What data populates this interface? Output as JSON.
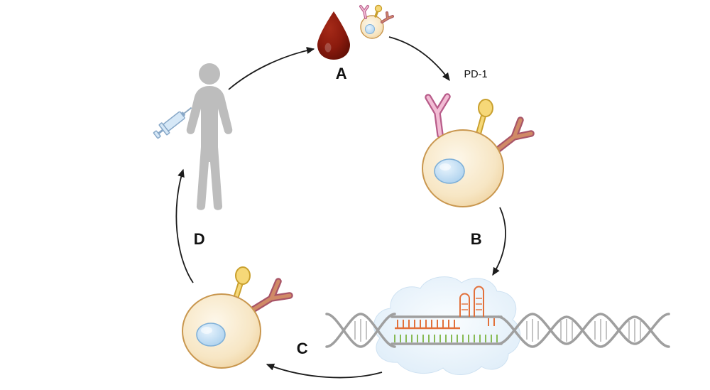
{
  "figure": {
    "labels": {
      "step_a": "A",
      "step_b": "B",
      "step_c": "C",
      "step_d": "D",
      "receptor": "PD-1"
    },
    "icons": [
      "patient-silhouette",
      "syringe-icon",
      "blood-drop-icon",
      "harvested-cell-icon",
      "pd1-t-cell",
      "pd1-receptor-icon",
      "yellow-receptor-icon",
      "salmon-receptor-icon",
      "editing-bubble",
      "dna-helix",
      "guide-rna-hairpins-icon",
      "edited-t-cell",
      "arrow-patient-to-blood",
      "arrow-blood-to-cell",
      "arrow-step-b",
      "arrow-step-c",
      "arrow-step-d"
    ],
    "colors": {
      "background": "#ffffff",
      "silhouette_gray": "#bdbdbd",
      "blood_drop_red": "#8a1a0d",
      "cell_fill": "#f7e6c4",
      "cell_outline": "#c9974f",
      "nucleus_fill": "#b9d8f1",
      "nucleus_outline": "#7fb0d8",
      "pd1_pink": "#f2bcd4",
      "pd1_pink_outline": "#b85c8a",
      "receptor_yellow": "#f6d878",
      "receptor_yellow_outline": "#c9a02e",
      "receptor_salmon": "#d08a66",
      "receptor_salmon_outline": "#a85568",
      "dna_gray": "#9f9f9f",
      "rna_orange": "#e2703a",
      "base_green": "#7cb342",
      "bubble_blue": "#ddecf8",
      "arrow_black": "#1c1c1c",
      "label_text": "#111111"
    }
  }
}
